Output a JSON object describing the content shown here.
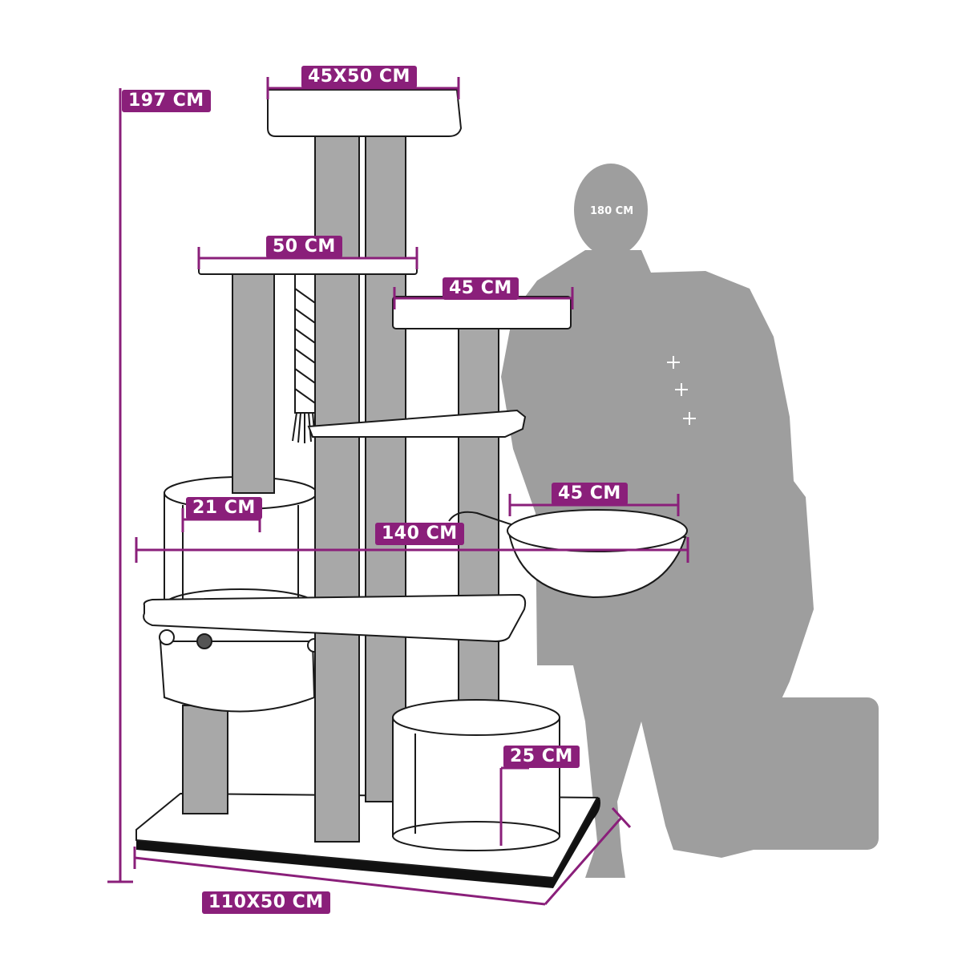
{
  "colors": {
    "accent": "#8a1f7a",
    "post": "#a8a8a8",
    "silhouette": "#9e9e9e",
    "outline": "#1a1a1a",
    "panel": "#ffffff"
  },
  "labels": {
    "total_height": "197 CM",
    "top_platform": "45X50 CM",
    "upper_platform": "50 CM",
    "side_platform": "45 CM",
    "hammock_bowl": "45 CM",
    "left_condo": "21 CM",
    "total_width": "140 CM",
    "lower_condo": "25 CM",
    "base": "110X50 CM",
    "human_height": "180 CM"
  }
}
